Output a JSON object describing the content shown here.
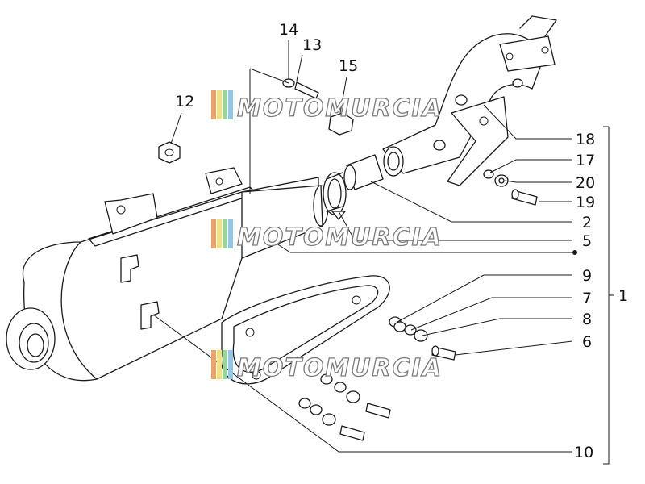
{
  "watermark": {
    "text": "MOTOMURCIA",
    "stripe_colors": [
      "#e8a46a",
      "#f1e27a",
      "#9bd49a",
      "#8fc8e8"
    ]
  },
  "labels": {
    "l1": "1",
    "l2": "2",
    "l5": "5",
    "l6": "6",
    "l7": "7",
    "l8": "8",
    "l9": "9",
    "l10": "10",
    "l12": "12",
    "l13": "13",
    "l14": "14",
    "l15": "15",
    "l17": "17",
    "l18": "18",
    "l19": "19",
    "l20": "20"
  }
}
